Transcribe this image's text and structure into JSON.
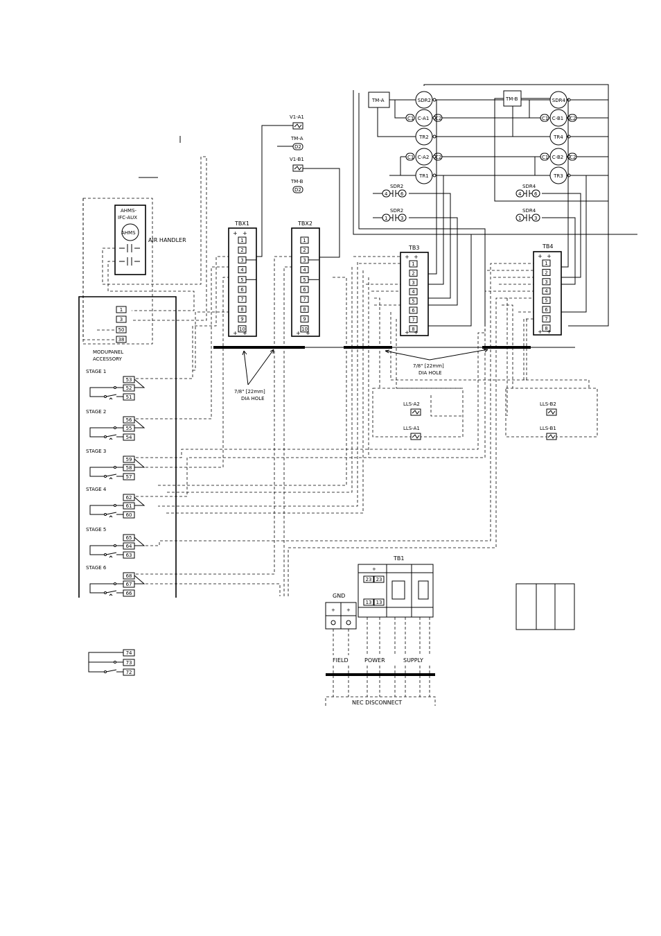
{
  "labels": {
    "v1_a1": "V1-A1",
    "tm_a_small": "TM-A",
    "v1_b1": "V1-B1",
    "tm_b_small": "TM-B",
    "d2": "D2",
    "tbx1": "TBX1",
    "tbx2": "TBX2",
    "tb3": "TB3",
    "tb4": "TB4",
    "tb1": "TB1",
    "gnd": "GND",
    "ahms_1": "AHMS-",
    "ahms_2": "IFC-AUX",
    "ahms_circle": "AHMS",
    "air_handler": "AIR HANDLER",
    "modu_1": "MODUPANEL",
    "modu_2": "ACCESSORY",
    "hole_1a": "7/8\" [22mm]",
    "hole_1b": "DIA HOLE",
    "hole_2a": "7/8\" [22mm]",
    "hole_2b": "DIA HOLE",
    "lls_a2": "LLS-A2",
    "lls_a1": "LLS-A1",
    "lls_b2": "LLS-B2",
    "lls_b1": "LLS-B1",
    "field": "FIELD",
    "power": "POWER",
    "supply": "SUPPLY",
    "nec": "NEC DISCONNECT",
    "tm_a": "TM-A",
    "tm_b": "TM-B",
    "sdr2_a": "SDR2",
    "sdr2_b": "SDR2",
    "sdr4_a": "SDR4",
    "sdr4_b": "SDR4",
    "plus": "+"
  },
  "coils_a": [
    "SDR2",
    "C-A1",
    "TR2",
    "C-A2",
    "TR1"
  ],
  "coils_b": [
    "SDR4",
    "C-B1",
    "TR4",
    "C-B2",
    "TR3"
  ],
  "coil_terms": [
    "C1",
    "C2"
  ],
  "contacts_a": [
    [
      "4",
      "6"
    ],
    [
      "1",
      "3"
    ]
  ],
  "contacts_b": [
    [
      "4",
      "6"
    ],
    [
      "1",
      "3"
    ]
  ],
  "tb_ten": [
    "1",
    "2",
    "3",
    "4",
    "5",
    "6",
    "7",
    "8",
    "9",
    "10"
  ],
  "tb_eight": [
    "1",
    "2",
    "3",
    "4",
    "5",
    "6",
    "7",
    "8"
  ],
  "aux_terms": [
    "1",
    "3",
    "50",
    "38"
  ],
  "stages": [
    {
      "name": "STAGE 1",
      "terms": [
        "53",
        "52",
        "51"
      ]
    },
    {
      "name": "STAGE 2",
      "terms": [
        "56",
        "55",
        "54"
      ]
    },
    {
      "name": "STAGE 3",
      "terms": [
        "59",
        "58",
        "57"
      ]
    },
    {
      "name": "STAGE 4",
      "terms": [
        "62",
        "61",
        "60"
      ]
    },
    {
      "name": "STAGE 5",
      "terms": [
        "65",
        "64",
        "63"
      ]
    },
    {
      "name": "STAGE 6",
      "terms": [
        "68",
        "67",
        "66"
      ]
    }
  ],
  "extra_terms": [
    "74",
    "73",
    "72"
  ],
  "tb1_terms": [
    "23",
    "23",
    "13",
    "13"
  ]
}
